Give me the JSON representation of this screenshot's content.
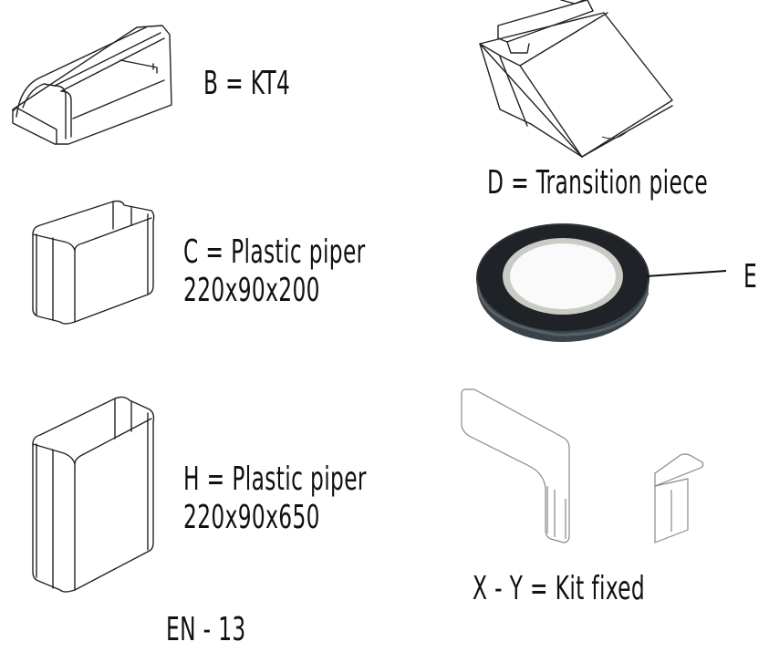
{
  "parts": [
    {
      "id": "B",
      "label": "B = KT4",
      "description_lines": [
        "B = KT4"
      ]
    },
    {
      "id": "D",
      "label": "D = Transition piece",
      "description_lines": [
        "D = Transition piece"
      ]
    },
    {
      "id": "C",
      "label": "C = Plastic piper 220x90x200",
      "description_lines": [
        "C = Plastic piper",
        "220x90x200"
      ]
    },
    {
      "id": "E",
      "label": "E",
      "description_lines": [
        "E"
      ]
    },
    {
      "id": "H",
      "label": "H = Plastic piper 220x90x650",
      "description_lines": [
        "H = Plastic piper",
        "220x90x650"
      ]
    },
    {
      "id": "XY",
      "label": "X - Y = Kit fixed",
      "description_lines": [
        "X - Y = Kit fixed"
      ]
    }
  ],
  "footer": {
    "code": "EN - 13"
  }
}
